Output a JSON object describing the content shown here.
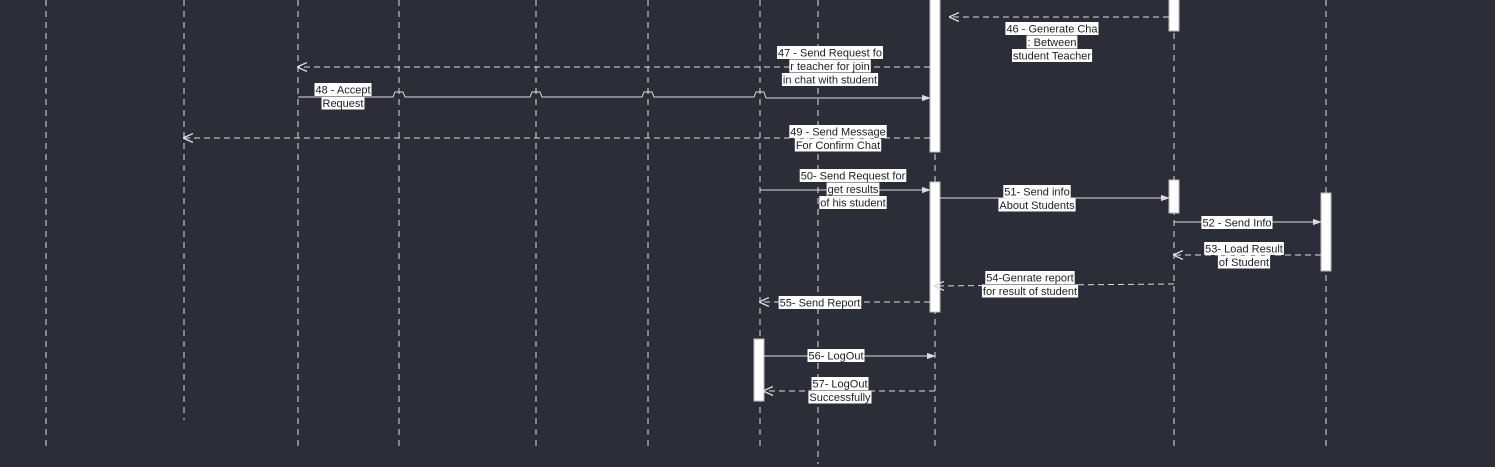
{
  "diagram": {
    "colors": {
      "background": "#2b2d38",
      "line": "#dcdcdc",
      "activation_fill": "#ffffff",
      "label_bg": "#ffffff",
      "label_text": "#1e1e1e"
    },
    "messages": [
      {
        "id": "46",
        "kind": "return",
        "lines": [
          "46 - Generate Cha",
          ": Between",
          "student Teacher"
        ]
      },
      {
        "id": "47",
        "kind": "return",
        "lines": [
          "47 - Send Request fo",
          "r teacher for join",
          "in chat with student"
        ]
      },
      {
        "id": "48",
        "kind": "call",
        "lines": [
          "48 - Accept",
          "Request"
        ]
      },
      {
        "id": "49",
        "kind": "return",
        "lines": [
          "49 - Send Message",
          "For Confirm Chat"
        ]
      },
      {
        "id": "50",
        "kind": "call",
        "lines": [
          "50- Send Request for",
          "get results",
          "of  his student"
        ]
      },
      {
        "id": "51",
        "kind": "call",
        "lines": [
          "51- Send info",
          "About Students"
        ]
      },
      {
        "id": "52",
        "kind": "call",
        "lines": [
          "52 - Send Info"
        ]
      },
      {
        "id": "53",
        "kind": "return",
        "lines": [
          "53- Load Result",
          "of Student"
        ]
      },
      {
        "id": "54",
        "kind": "return",
        "lines": [
          "54-Genrate report",
          "for result of student"
        ]
      },
      {
        "id": "55",
        "kind": "return",
        "lines": [
          "55- Send Report"
        ]
      },
      {
        "id": "56",
        "kind": "call",
        "lines": [
          "56- LogOut"
        ]
      },
      {
        "id": "57",
        "kind": "return",
        "lines": [
          "57- LogOut",
          "Successfully"
        ]
      }
    ]
  }
}
